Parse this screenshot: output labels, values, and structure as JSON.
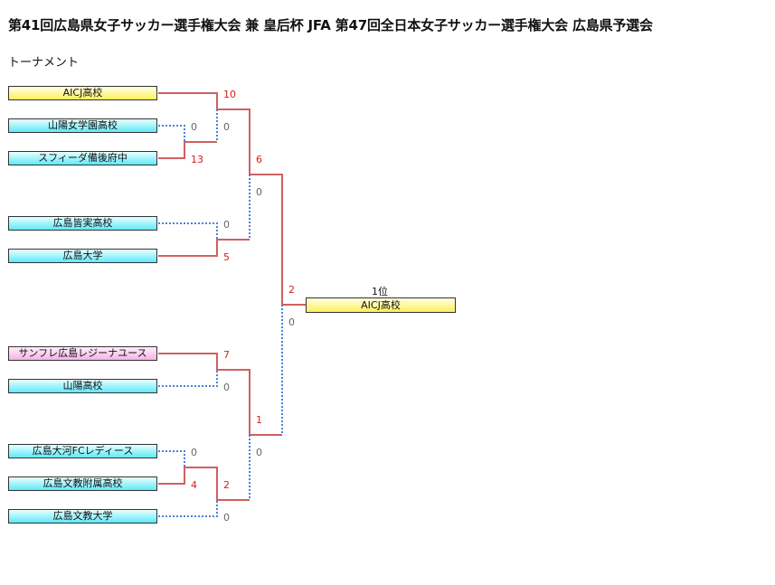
{
  "header": {
    "title": "第41回広島県女子サッカー選手権大会 兼 皇后杯 JFA 第47回全日本女子サッカー選手権大会 広島県予選会",
    "subtitle": "トーナメント"
  },
  "teams": [
    "AICJ高校",
    "山陽女学園高校",
    "スフィーダ備後府中",
    "広島皆実高校",
    "広島大学",
    "サンフレ広島レジーナユース",
    "山陽高校",
    "広島大河FCレディース",
    "広島文教附属高校",
    "広島文教大学"
  ],
  "scores": {
    "r1_a_top": "0",
    "r1_a_bottom": "13",
    "r1_b_top": "0",
    "r1_b_bottom": "4",
    "qf1_top": "10",
    "qf1_bottom": "0",
    "qf2_top": "0",
    "qf2_bottom": "5",
    "qf3_top": "7",
    "qf3_bottom": "0",
    "qf4_top": "2",
    "qf4_bottom": "0",
    "sf1_top": "6",
    "sf1_bottom": "0",
    "sf2_top": "1",
    "sf2_bottom": "0",
    "final_top": "2",
    "final_bottom": "0"
  },
  "champion": {
    "label": "1位",
    "name": "AICJ高校"
  },
  "colors": {
    "winner_line": "#d06060",
    "loser_line": "#4a82d8",
    "winner_score": "#d81c1c",
    "loser_score": "#666666"
  }
}
